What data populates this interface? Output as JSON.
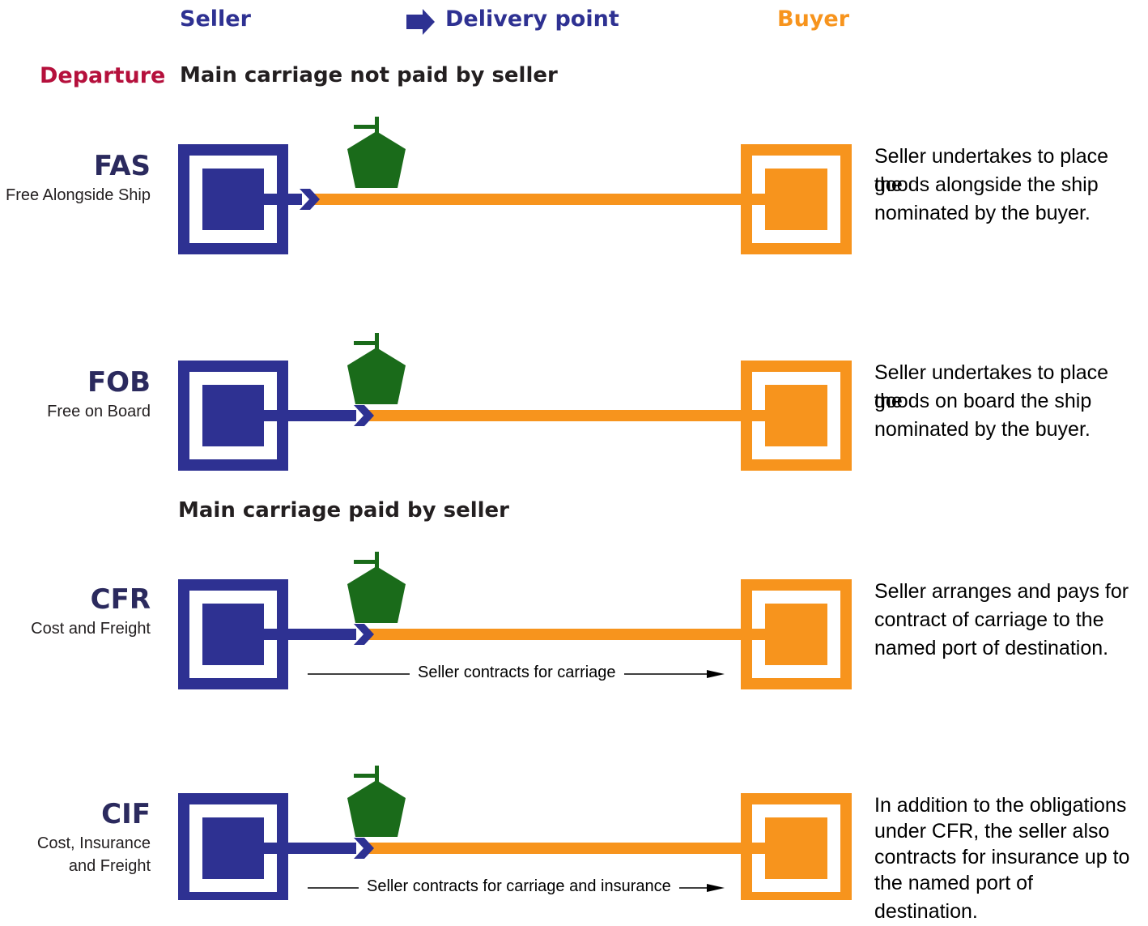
{
  "header": {
    "seller": "Seller",
    "delivery_point": "Delivery point",
    "buyer": "Buyer"
  },
  "departure_label": "Departure",
  "sections": {
    "not_paid": "Main carriage not paid by seller",
    "paid": "Main carriage paid by seller"
  },
  "colors": {
    "seller": "#2e3192",
    "buyer": "#f7941d",
    "ship": "#1a6b1a",
    "departure": "#b5103c"
  },
  "icons": {
    "delivery": "arrow-right-icon",
    "ship": "ship-icon"
  },
  "terms": [
    {
      "code": "FAS",
      "name_lines": [
        "Free Alongside Ship"
      ],
      "description_lines": [
        "Seller undertakes to place the",
        "goods alongside the ship",
        "nominated by the buyer."
      ],
      "contract_note": ""
    },
    {
      "code": "FOB",
      "name_lines": [
        "Free on Board"
      ],
      "description_lines": [
        "Seller undertakes to place the",
        "goods on board the ship",
        "nominated by the buyer."
      ],
      "contract_note": ""
    },
    {
      "code": "CFR",
      "name_lines": [
        "Cost and Freight"
      ],
      "description_lines": [
        "Seller arranges and pays for",
        "contract of carriage to the",
        "named port of destination."
      ],
      "contract_note": "Seller contracts for carriage"
    },
    {
      "code": "CIF",
      "name_lines": [
        "Cost, Insurance",
        "and Freight"
      ],
      "description_lines": [
        "In addition to the obligations",
        "under CFR, the seller also",
        "contracts for insurance up to",
        "the named port of destination."
      ],
      "contract_note": "Seller contracts for carriage and insurance"
    }
  ]
}
